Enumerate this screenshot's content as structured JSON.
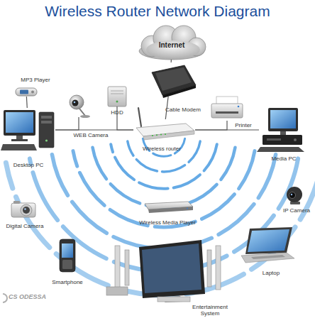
{
  "diagram": {
    "title": "Wireless Router Network Diagram",
    "nodes": [
      {
        "text": [
          "Internet"
        ]
      },
      {
        "text": [
          "MP3 Player"
        ]
      },
      {
        "text": [
          "HDD"
        ]
      },
      {
        "text": [
          "Cable Modem"
        ]
      },
      {
        "text": [
          "WEB Camera"
        ]
      },
      {
        "text": [
          "Printer"
        ]
      },
      {
        "text": [
          "Wireless router"
        ]
      },
      {
        "text": [
          "Desktop PC"
        ]
      },
      {
        "text": [
          "Media PC"
        ]
      },
      {
        "text": [
          "IP Camera"
        ]
      },
      {
        "text": [
          "Digital Camera"
        ]
      },
      {
        "text": [
          "Wireless Media Player"
        ]
      },
      {
        "text": [
          "Laptop"
        ]
      },
      {
        "text": [
          "Smartphone"
        ]
      },
      {
        "text": [
          "Entertainment System"
        ]
      }
    ],
    "edges": [
      {
        "from": 0,
        "to": 3,
        "arrow": "none"
      },
      {
        "from": 3,
        "to": 6,
        "arrow": "none"
      },
      {
        "from": 6,
        "to": 7,
        "arrow": "none"
      },
      {
        "from": 7,
        "to": 1,
        "arrow": "none"
      },
      {
        "from": 4,
        "to": 7,
        "arrow": "none"
      },
      {
        "from": 2,
        "to": 6,
        "arrow": "none"
      },
      {
        "from": 6,
        "to": 5,
        "arrow": "none"
      },
      {
        "from": 6,
        "to": 8,
        "arrow": "none"
      }
    ],
    "labels": [
      "CS ODESSA"
    ]
  }
}
